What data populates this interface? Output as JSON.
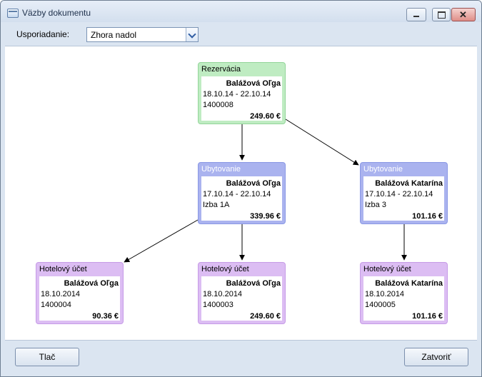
{
  "window": {
    "title": "Väzby dokumentu"
  },
  "toolbar": {
    "sort_label": "Usporiadanie:",
    "sort_value": "Zhora nadol"
  },
  "nodes": {
    "reservation": {
      "title": "Rezervácia",
      "name": "Balážová Oľga",
      "dates": "18.10.14 - 22.10.14",
      "code": "1400008",
      "amount": "249.60 €"
    },
    "stay_left": {
      "title": "Ubytovanie",
      "name": "Balážová Oľga",
      "dates": "17.10.14 - 22.10.14",
      "code": "Izba 1A",
      "amount": "339.96 €"
    },
    "stay_right": {
      "title": "Ubytovanie",
      "name": "Balážová Katarína",
      "dates": "17.10.14 - 22.10.14",
      "code": "Izba 3",
      "amount": "101.16 €"
    },
    "bill_1": {
      "title": "Hotelový účet",
      "name": "Balážová Oľga",
      "dates": "18.10.2014",
      "code": "1400004",
      "amount": "90.36 €"
    },
    "bill_2": {
      "title": "Hotelový účet",
      "name": "Balážová Oľga",
      "dates": "18.10.2014",
      "code": "1400003",
      "amount": "249.60 €"
    },
    "bill_3": {
      "title": "Hotelový účet",
      "name": "Balážová Katarína",
      "dates": "18.10.2014",
      "code": "1400005",
      "amount": "101.16 €"
    }
  },
  "buttons": {
    "print": "Tlač",
    "close": "Zatvoriť"
  },
  "colors": {
    "reservation": "#bfecc2",
    "stay": "#aab3ef",
    "bill": "#dcbdf3"
  }
}
